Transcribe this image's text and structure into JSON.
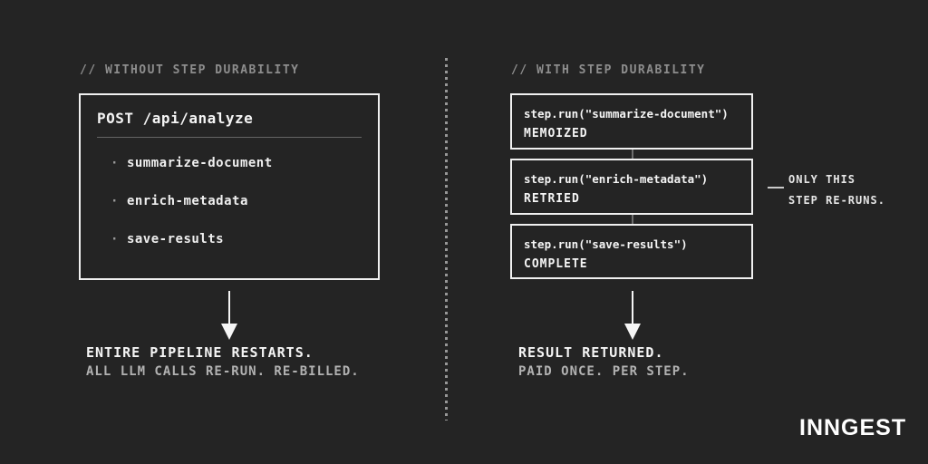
{
  "colors": {
    "background": "#242424",
    "box_border": "#f0f0f0",
    "text_primary": "#f5f5f5",
    "text_muted": "#8d8d8d",
    "text_subtle": "#b2b2b2"
  },
  "left": {
    "header": "// WITHOUT STEP DURABILITY",
    "card": {
      "title": "POST /api/analyze",
      "bullet": "·",
      "items": [
        "summarize-document",
        "enrich-metadata",
        "save-results"
      ]
    },
    "result_title": "ENTIRE PIPELINE RESTARTS.",
    "result_subtitle": "ALL LLM CALLS RE-RUN. RE-BILLED."
  },
  "right": {
    "header": "// WITH STEP DURABILITY",
    "steps": [
      {
        "code": "step.run(\"summarize-document\")",
        "status": "MEMOIZED"
      },
      {
        "code": "step.run(\"enrich-metadata\")",
        "status": "RETRIED"
      },
      {
        "code": "step.run(\"save-results\")",
        "status": "COMPLETE"
      }
    ],
    "annotation": {
      "line1": "ONLY THIS",
      "line2": "STEP RE-RUNS."
    },
    "result_title": "RESULT RETURNED.",
    "result_subtitle": "PAID ONCE. PER STEP."
  },
  "footer": {
    "logo": "INNGEST"
  }
}
